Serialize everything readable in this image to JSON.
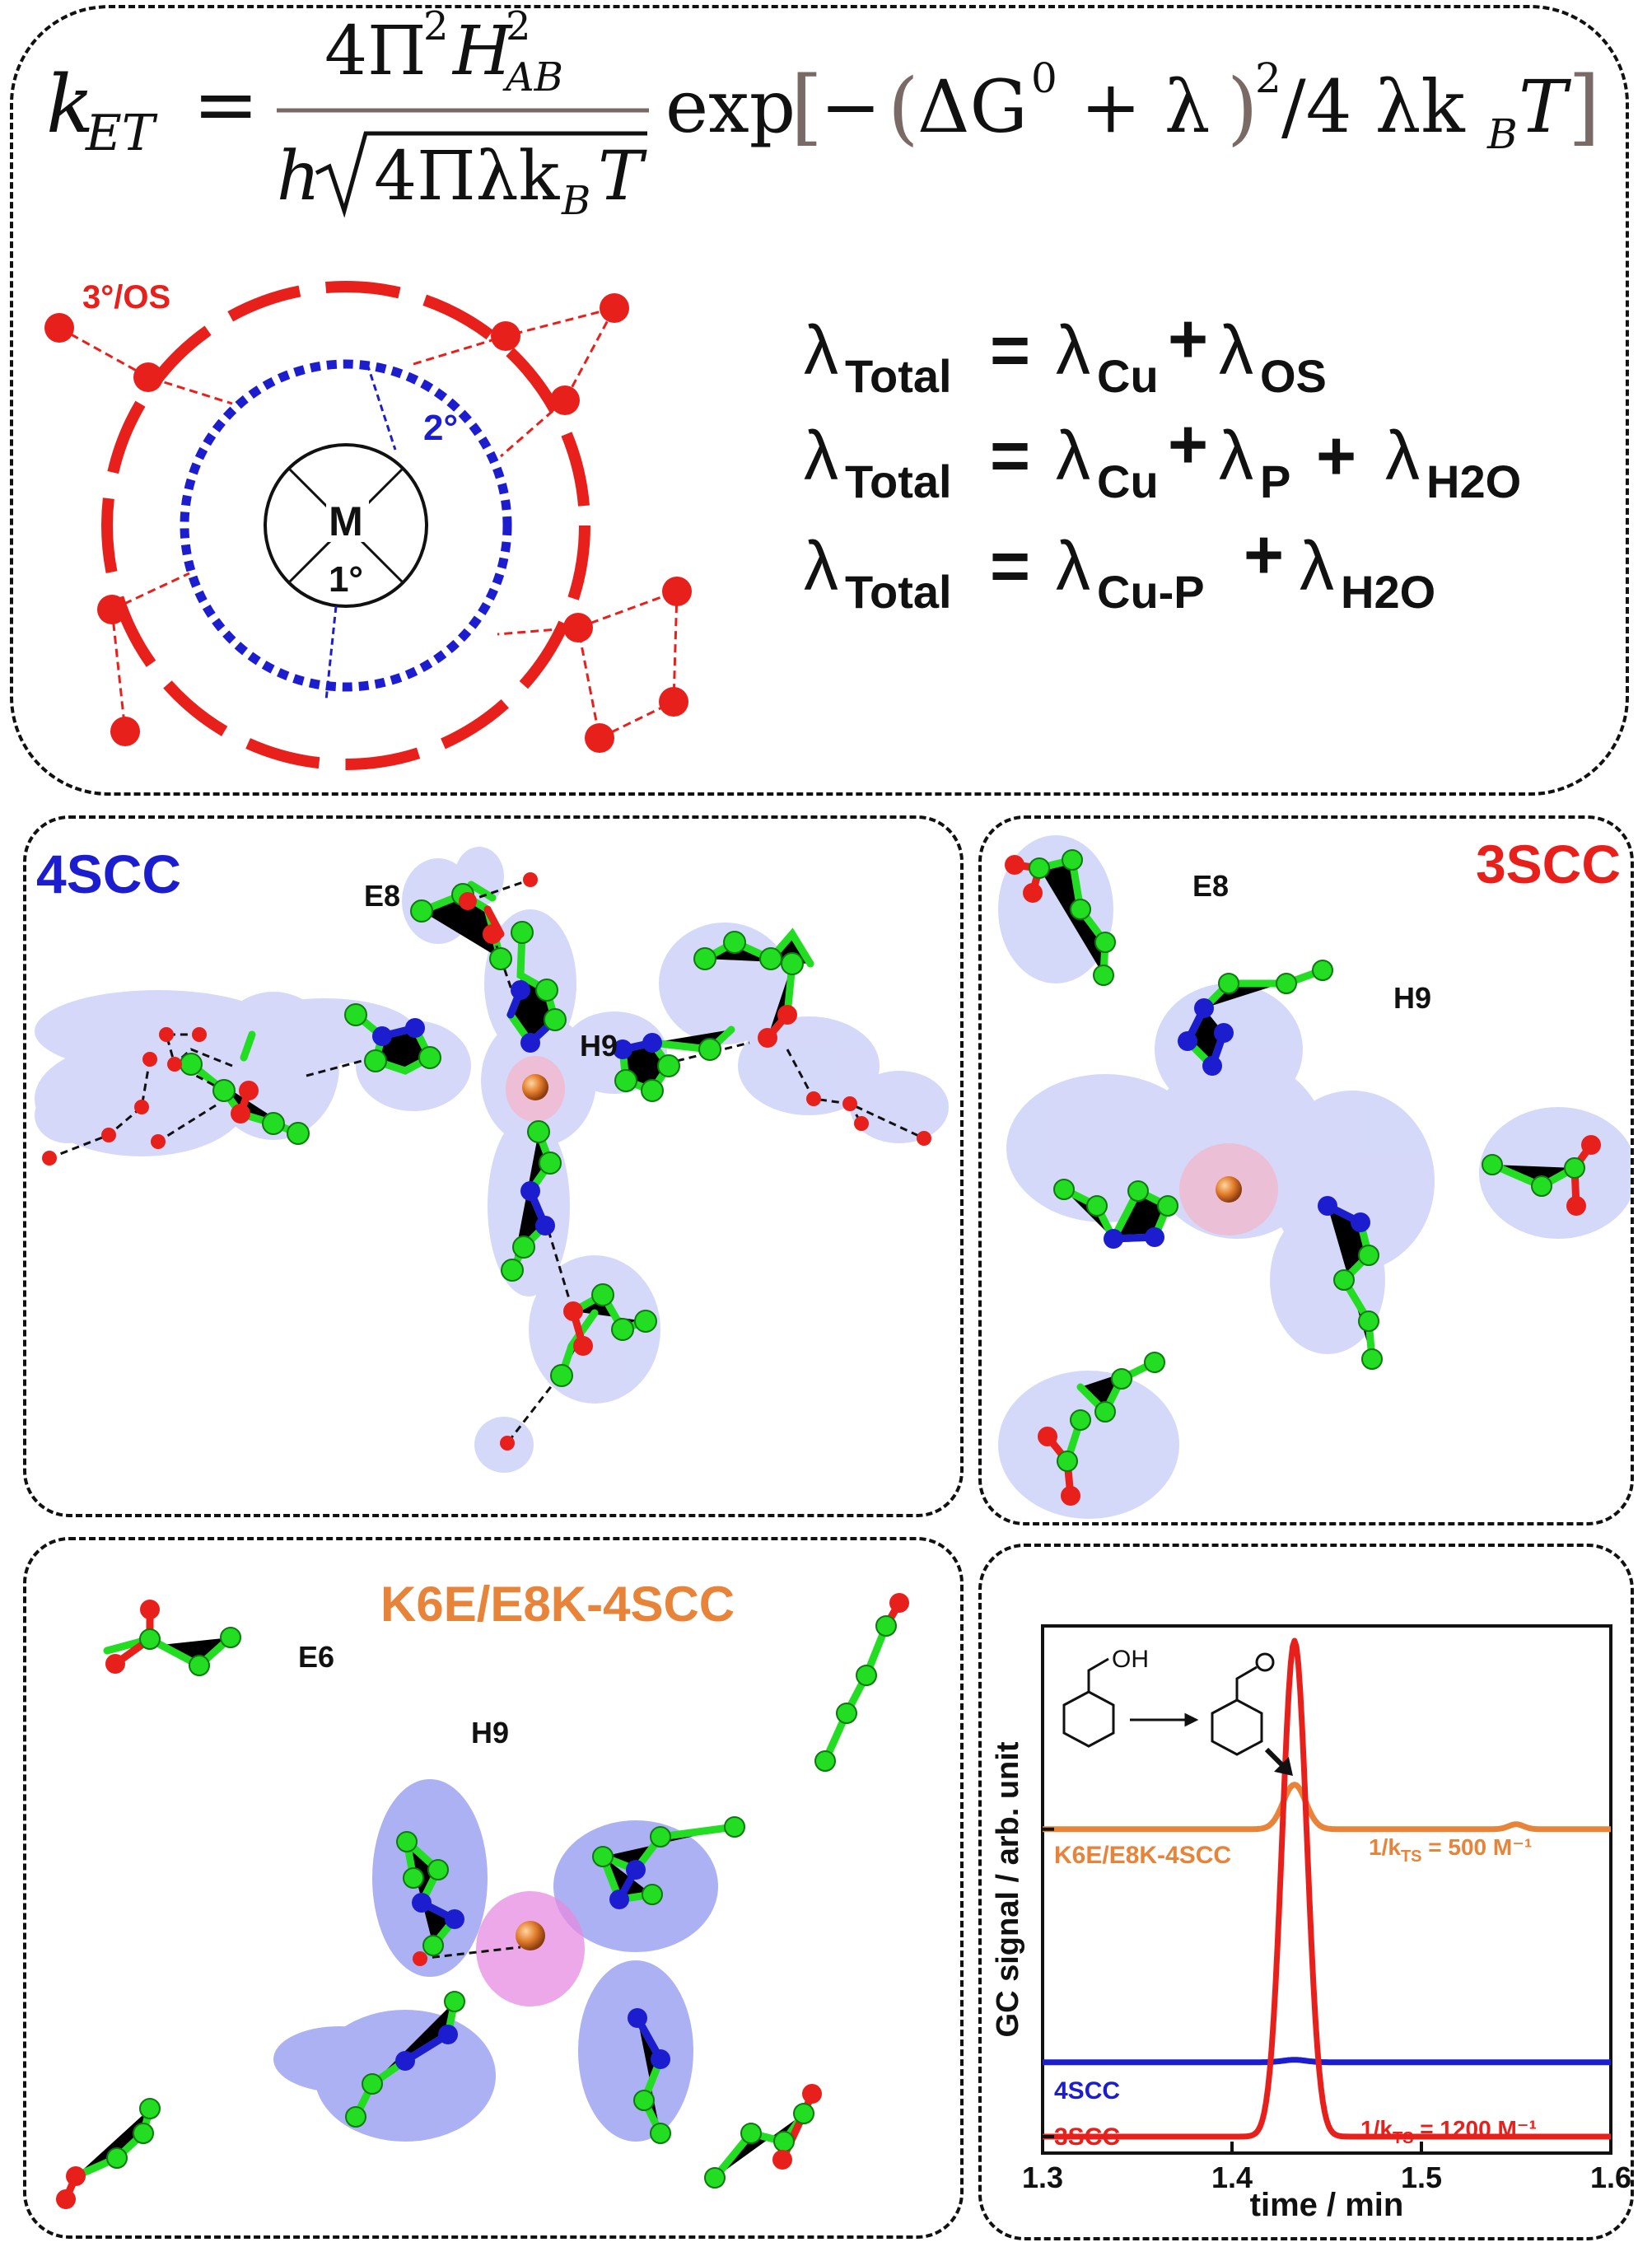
{
  "equation": {
    "lhs": "k",
    "lhs_sub": "ET",
    "equals": "=",
    "numerator": "4Π",
    "num_sq": "2",
    "num_h": "H",
    "num_h_sup": "2",
    "num_h_sub": "AB",
    "denominator_h": "h",
    "denominator_root": "4Πλk",
    "denominator_root_sub": "B",
    "denominator_T": "T",
    "exp_word": "exp",
    "exp_bracket_open": "[",
    "exp_minus": "−",
    "exp_paren_open": "(",
    "exp_dg": "ΔG",
    "exp_dg_sup": "0",
    "exp_plus_lambda": "+ λ",
    "exp_paren_close": ")",
    "exp_sq": "2",
    "exp_slash": "/4 λk",
    "exp_kb_sub": "B",
    "exp_T": "T",
    "exp_bracket_close": "]"
  },
  "shell_diagram": {
    "outer_label": "3°/OS",
    "middle_label": "2°",
    "center_label": "M",
    "inner_label": "1°"
  },
  "lambda_equations": [
    {
      "lhs": "λ",
      "lhs_sub": "Total",
      "eq": "=",
      "t1": "λ",
      "t1_sub": "Cu",
      "plus1": "+",
      "t2": "λ",
      "t2_sub": "OS"
    },
    {
      "lhs": "λ",
      "lhs_sub": "Total",
      "eq": "=",
      "t1": "λ",
      "t1_sub": "Cu",
      "plus1": "+",
      "t2": "λ",
      "t2_sub": "P",
      "plus2": "+",
      "t3": "λ",
      "t3_sub": "H2O"
    },
    {
      "lhs": "λ",
      "lhs_sub": "Total",
      "eq": "=",
      "t1": "λ",
      "t1_sub": "Cu-P",
      "plus1": "+",
      "t2": "λ",
      "t2_sub": "H2O"
    }
  ],
  "panels": {
    "p4scc": {
      "title": "4SCC",
      "label_e8": "E8",
      "label_h9": "H9"
    },
    "p3scc": {
      "title": "3SCC",
      "label_e8": "E8",
      "label_h9": "H9"
    },
    "pk6e": {
      "title": "K6E/E8K-4SCC",
      "label_e6": "E6",
      "label_h9": "H9"
    }
  },
  "colors": {
    "red": "#e8201c",
    "blue": "#1d1dd0",
    "orange": "#e8843a",
    "green": "#22dd22",
    "copper": "#e07a2a"
  },
  "chart_data": {
    "type": "line",
    "xlabel": "time / min",
    "ylabel": "GC signal / arb. unit",
    "xlim": [
      1.3,
      1.6
    ],
    "xticks": [
      "1.3",
      "1.4",
      "1.5",
      "1.6"
    ],
    "scheme": {
      "reactant_label": "OH"
    },
    "series": [
      {
        "name": "K6E/E8K-4SCC",
        "color": "#e8843a",
        "baseline": 0.62,
        "peak_center": 1.433,
        "peak_height": 0.09,
        "peak_width": 0.006,
        "annotation": "1/k",
        "annotation_sub": "TS",
        "annotation_value": " = 500 M⁻¹"
      },
      {
        "name": "4SCC",
        "color": "#1d1dd0",
        "baseline": 0.15,
        "peak_center": 1.433,
        "peak_height": 0.005,
        "peak_width": 0.006
      },
      {
        "name": "3SCC",
        "color": "#e8201c",
        "baseline": 0.0,
        "peak_center": 1.433,
        "peak_height": 1.0,
        "peak_width": 0.0065,
        "annotation": "1/k",
        "annotation_sub": "TS",
        "annotation_value": " = 1200 M⁻¹"
      }
    ],
    "secondary_bump": {
      "series": "K6E/E8K-4SCC",
      "center": 1.55,
      "height": 0.01,
      "width": 0.004
    }
  }
}
